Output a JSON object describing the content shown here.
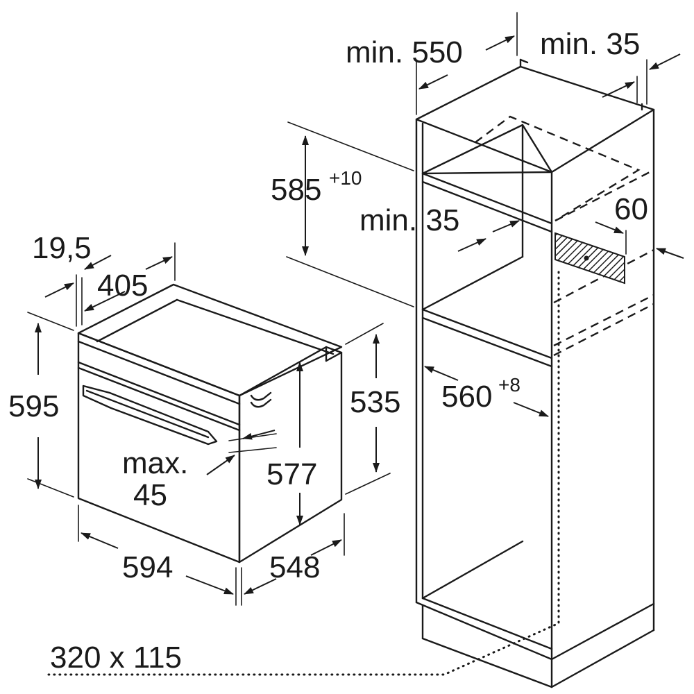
{
  "labels": {
    "min_550": "min. 550",
    "min_35_top": "min. 35",
    "d585": "585",
    "d585_tol": "+10",
    "min_35_mid": "min. 35",
    "d60": "60",
    "d19_5": "19,5",
    "d405": "405",
    "d595": "595",
    "d535": "535",
    "d560": "560",
    "d560_tol": "+8",
    "max_label": "max.",
    "max_value": "45",
    "d577": "577",
    "d594": "594",
    "d548": "548",
    "vent": "320 x 115"
  }
}
